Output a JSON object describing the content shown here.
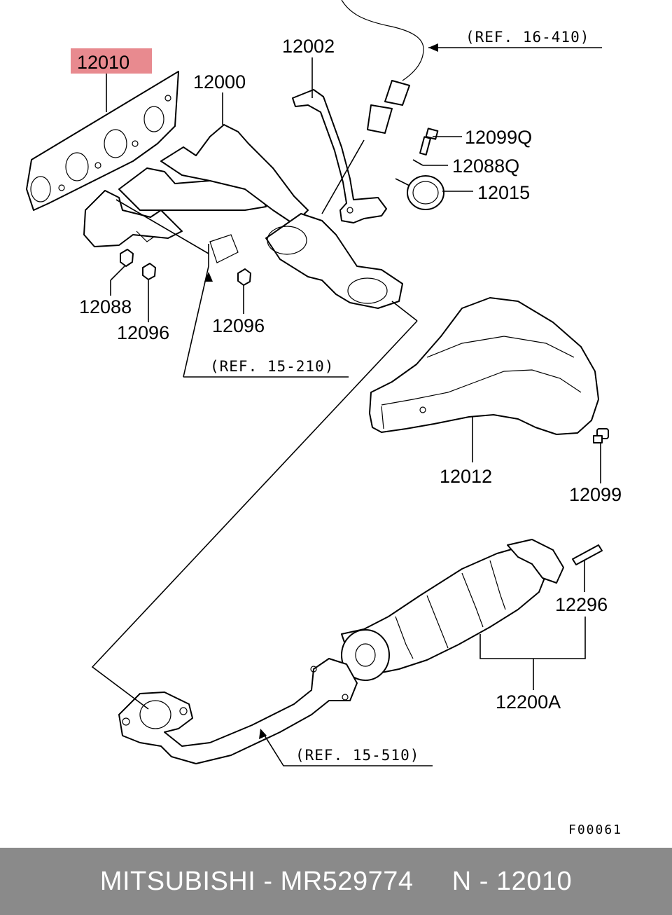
{
  "labels": {
    "p12010": "12010",
    "p12000": "12000",
    "p12002": "12002",
    "p12099q": "12099Q",
    "p12088q": "12088Q",
    "p12015": "12015",
    "p12088": "12088",
    "p12096a": "12096",
    "p12096b": "12096",
    "p12012": "12012",
    "p12099": "12099",
    "p12296": "12296",
    "p12200a": "12200A"
  },
  "refs": {
    "r16_410": "(REF. 16-410)",
    "r15_210": "(REF. 15-210)",
    "r15_510": "(REF. 15-510)"
  },
  "figure_code": "F00061",
  "footer": {
    "text": "MITSUBISHI - MR529774     N - 12010"
  },
  "colors": {
    "highlight": "#e88a8f",
    "footer_bg": "#8a8a8a"
  }
}
